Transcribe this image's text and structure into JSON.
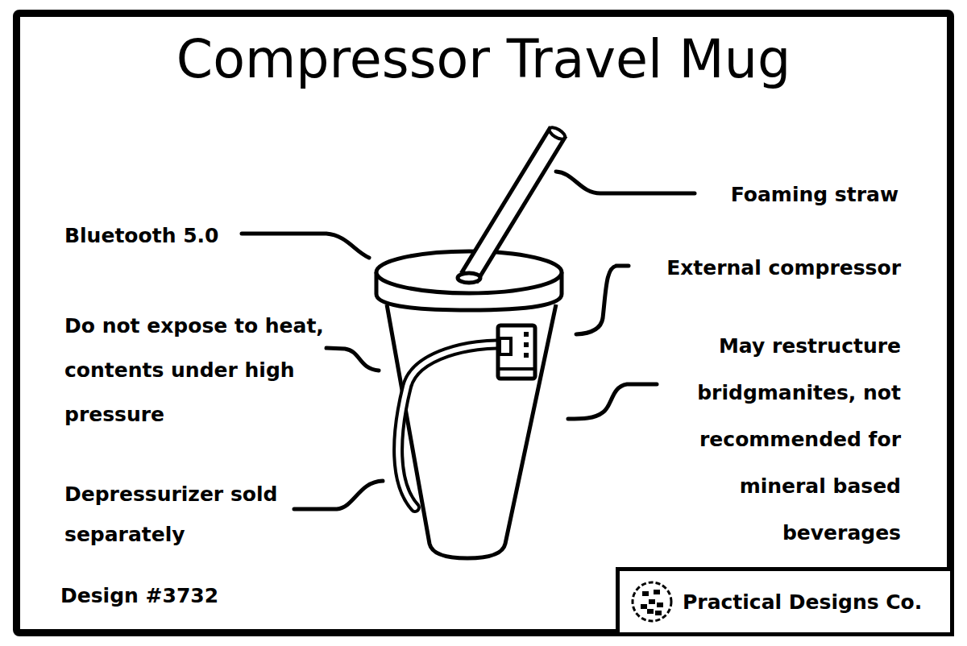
{
  "diagram": {
    "title": "Compressor Travel Mug",
    "nodes": [
      {
        "text": [
          "Practical Designs Co."
        ]
      }
    ],
    "labels": [
      "Foaming straw",
      "Bluetooth 5.0",
      "External compressor",
      "Do not expose to heat, contents under high pressure",
      "May restructure bridgmanites, not recommended for mineral based beverages",
      "Depressurizer sold separately",
      "Design #3732"
    ]
  }
}
